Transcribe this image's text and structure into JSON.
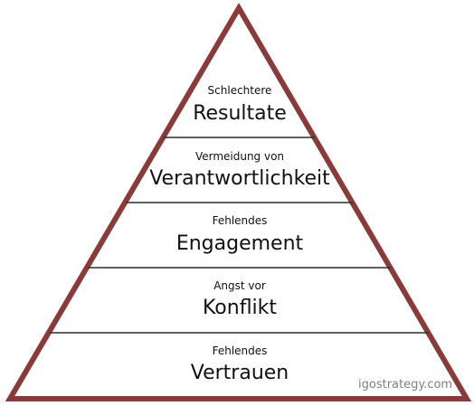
{
  "diagram": {
    "colors": {
      "outline": "#8b3a3a",
      "divider": "#2f2f2f",
      "fill": "#ffffff",
      "text": "#111111"
    },
    "levels": [
      {
        "subtitle": "Schlechtere",
        "title": "Resultate"
      },
      {
        "subtitle": "Vermeidung von",
        "title": "Verantwortlichkeit"
      },
      {
        "subtitle": "Fehlendes",
        "title": "Engagement"
      },
      {
        "subtitle": "Angst vor",
        "title": "Konflikt"
      },
      {
        "subtitle": "Fehlendes",
        "title": "Vertrauen"
      }
    ],
    "watermark": "igostrategy.com"
  }
}
